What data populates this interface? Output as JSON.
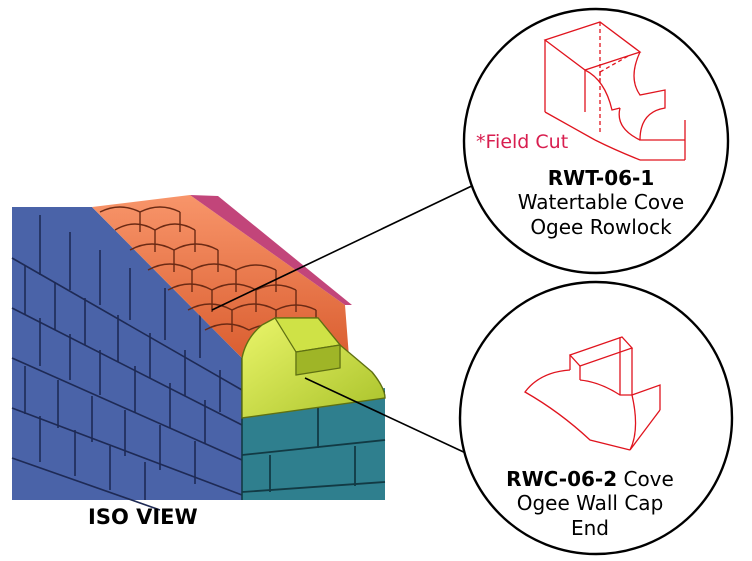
{
  "iso_label": "ISO VIEW",
  "callout_top": {
    "note": "*Field Cut",
    "code": "RWT-06-1",
    "line1": "Watertable Cove",
    "line2": "Ogee Rowlock"
  },
  "callout_bottom": {
    "code": "RWC-06-2",
    "line1_rest": " Cove",
    "line2": "Ogee Wall Cap",
    "line3": "End"
  },
  "colors": {
    "brick_blue": "#4a63a8",
    "brick_teal": "#2f7f8e",
    "cap_orange": "#f07a4a",
    "cap_magenta": "#c2457a",
    "end_cap_yellow": "#d7ea3f",
    "line_red": "#e0141e",
    "field_cut": "#d81e4f"
  }
}
